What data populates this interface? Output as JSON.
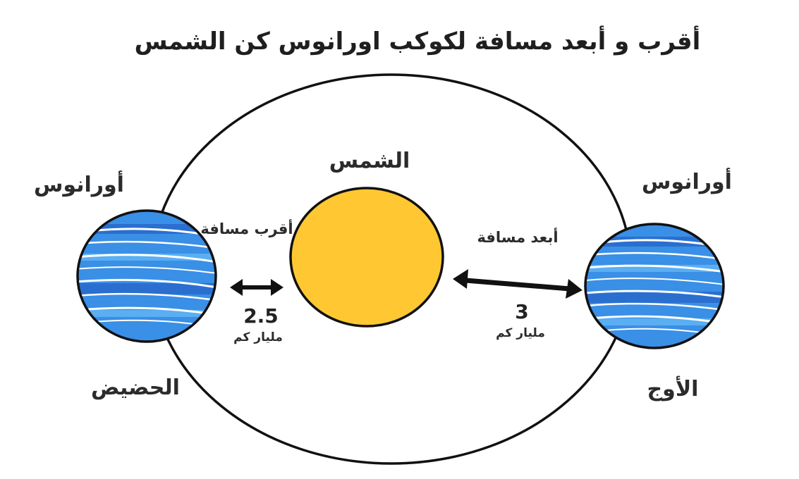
{
  "title": "أقرب و أبعد مسافة لكوكب اورانوس كن الشمس",
  "sun": {
    "label": "الشمس",
    "color": "#FFC832"
  },
  "planet_left": {
    "name": "أورانوس",
    "position_label": "الحضيض",
    "color": "#3A8FE6"
  },
  "planet_right": {
    "name": "أورانوس",
    "position_label": "الأوج",
    "color": "#3A8FE6"
  },
  "distance_near": {
    "label": "أقرب مسافة",
    "value": "2.5",
    "unit": "مليار كم"
  },
  "distance_far": {
    "label": "أبعد مسافة",
    "value": "3",
    "unit": "مليار كم"
  },
  "colors": {
    "outline": "#111111",
    "stripe": "#ffffff",
    "planet_dark": "#2A6FD0",
    "planet_light": "#5AAEF2"
  }
}
